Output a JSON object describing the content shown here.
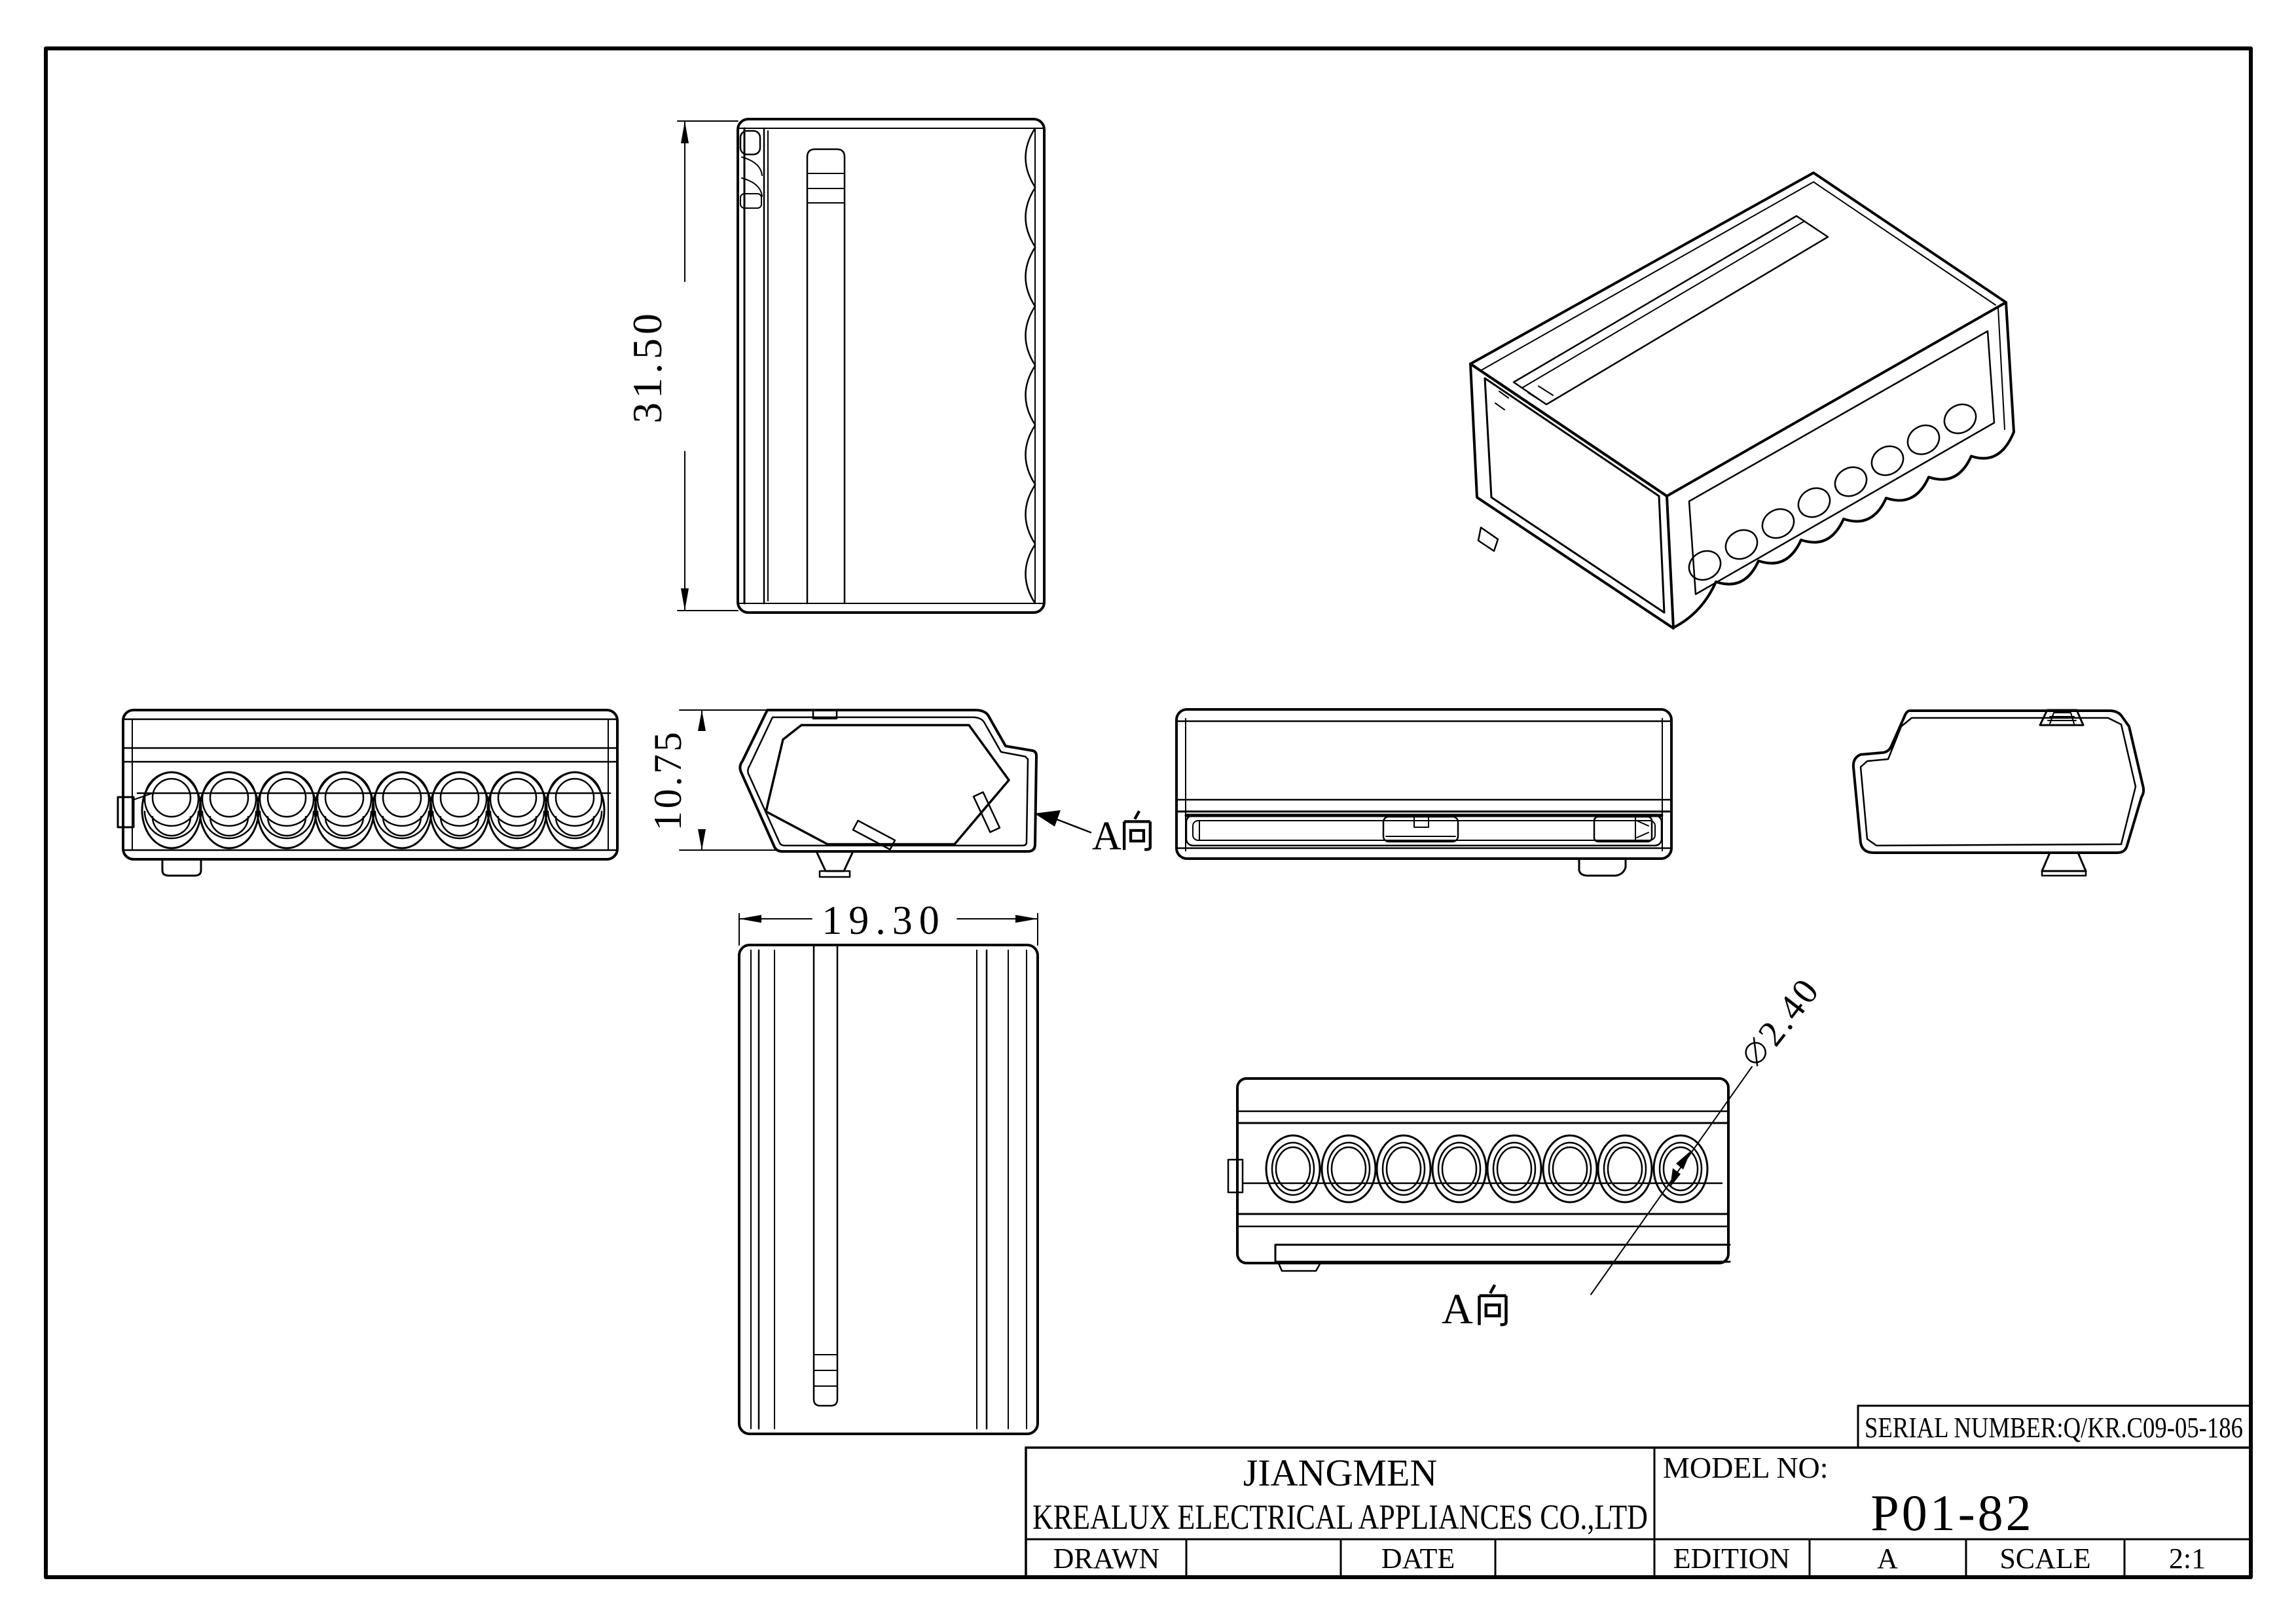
{
  "sheet": {
    "background": "#ffffff",
    "line_color": "#000000"
  },
  "dimensions": {
    "front_height": "31.50",
    "side_height": "10.75",
    "bottom_width": "19.30",
    "hole_diameter_symbol": "⌀",
    "hole_diameter_value": "2.40",
    "hole_diameter_full": "⌀2.40"
  },
  "view_labels": {
    "direction_letter": "A",
    "direction_character": "向",
    "direction_full": "A向"
  },
  "title_block": {
    "serial": "SERIAL NUMBER:Q/KR.C09-05-186",
    "company_line1": "JIANGMEN",
    "company_line2": "KREALUX ELECTRICAL APPLIANCES CO.,LTD",
    "model_label": "MODEL NO:",
    "model_number": "P01-82",
    "drawn_label": "DRAWN",
    "drawn_value": "",
    "date_label": "DATE",
    "date_value": "",
    "edition_label": "EDITION",
    "edition_value": "A",
    "scale_label": "SCALE",
    "scale_value": "2:1"
  }
}
